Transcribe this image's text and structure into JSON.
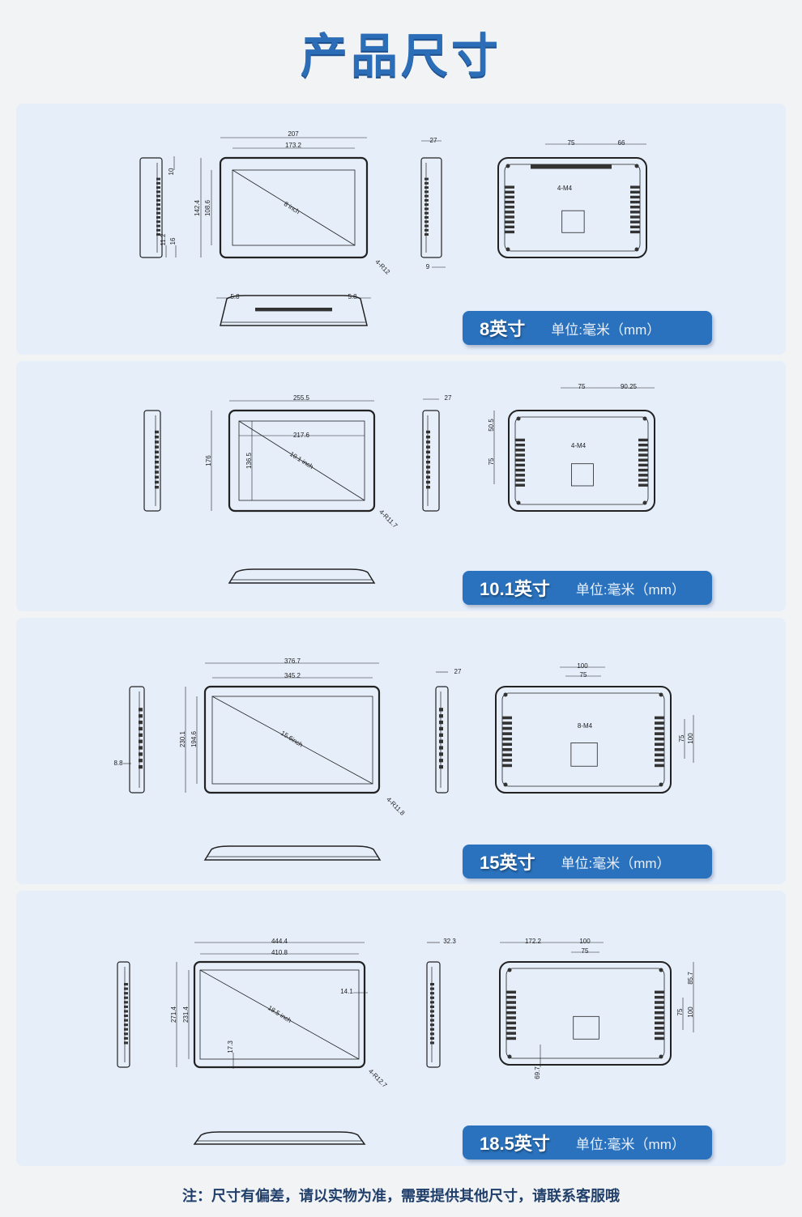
{
  "title": "产品尺寸",
  "sections": [
    {
      "size": "8英寸",
      "unit": "单位:毫米（mm）",
      "diagonal": "8 inch",
      "corner": "4-R12",
      "mount": "4-M4",
      "dims": [
        "207",
        "173.2",
        "142.4",
        "108.6",
        "10",
        "11.2",
        "16",
        "27",
        "9",
        "75",
        "66",
        "5.8",
        "5.8"
      ]
    },
    {
      "size": "10.1英寸",
      "unit": "单位:毫米（mm）",
      "diagonal": "10.1 inch",
      "corner": "4-R11.7",
      "mount": "4-M4",
      "dims": [
        "255.5",
        "217.6",
        "176",
        "136.5",
        "27",
        "75",
        "90.25",
        "50.5",
        "75"
      ]
    },
    {
      "size": "15英寸",
      "unit": "单位:毫米（mm）",
      "diagonal": "15.6inch",
      "corner": "4-R11.8",
      "mount": "8-M4",
      "dims": [
        "376.7",
        "345.2",
        "230.1",
        "194.6",
        "8.8",
        "27",
        "100",
        "75",
        "75",
        "100"
      ]
    },
    {
      "size": "18.5英寸",
      "unit": "单位:毫米（mm）",
      "diagonal": "18.5 inch",
      "corner": "4-R12.7",
      "mount": "",
      "dims": [
        "444.4",
        "410.8",
        "271.4",
        "231.4",
        "14.1",
        "17.3",
        "32.3",
        "172.2",
        "100",
        "75",
        "85.7",
        "75",
        "100",
        "69.7"
      ]
    }
  ],
  "note": "注：尺寸有偏差，请以实物为准，需要提供其他尺寸，请联系客服哦",
  "colors": {
    "title": "#2c6db8",
    "panel": "#e6eefa",
    "badge": "#2a72bd",
    "note": "#213f6b",
    "line": "#222222"
  }
}
